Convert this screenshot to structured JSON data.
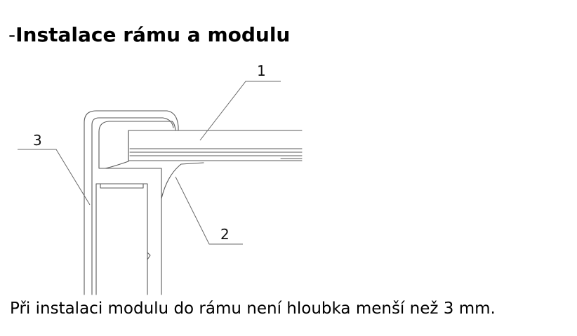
{
  "heading": {
    "prefix": "-",
    "text": "Instalace rámu a modulu"
  },
  "diagram": {
    "callouts": {
      "module": "1",
      "adhesive": "2",
      "frame": "3"
    }
  },
  "caption": "Při instalaci modulu do rámu není hloubka menší než 3 mm."
}
